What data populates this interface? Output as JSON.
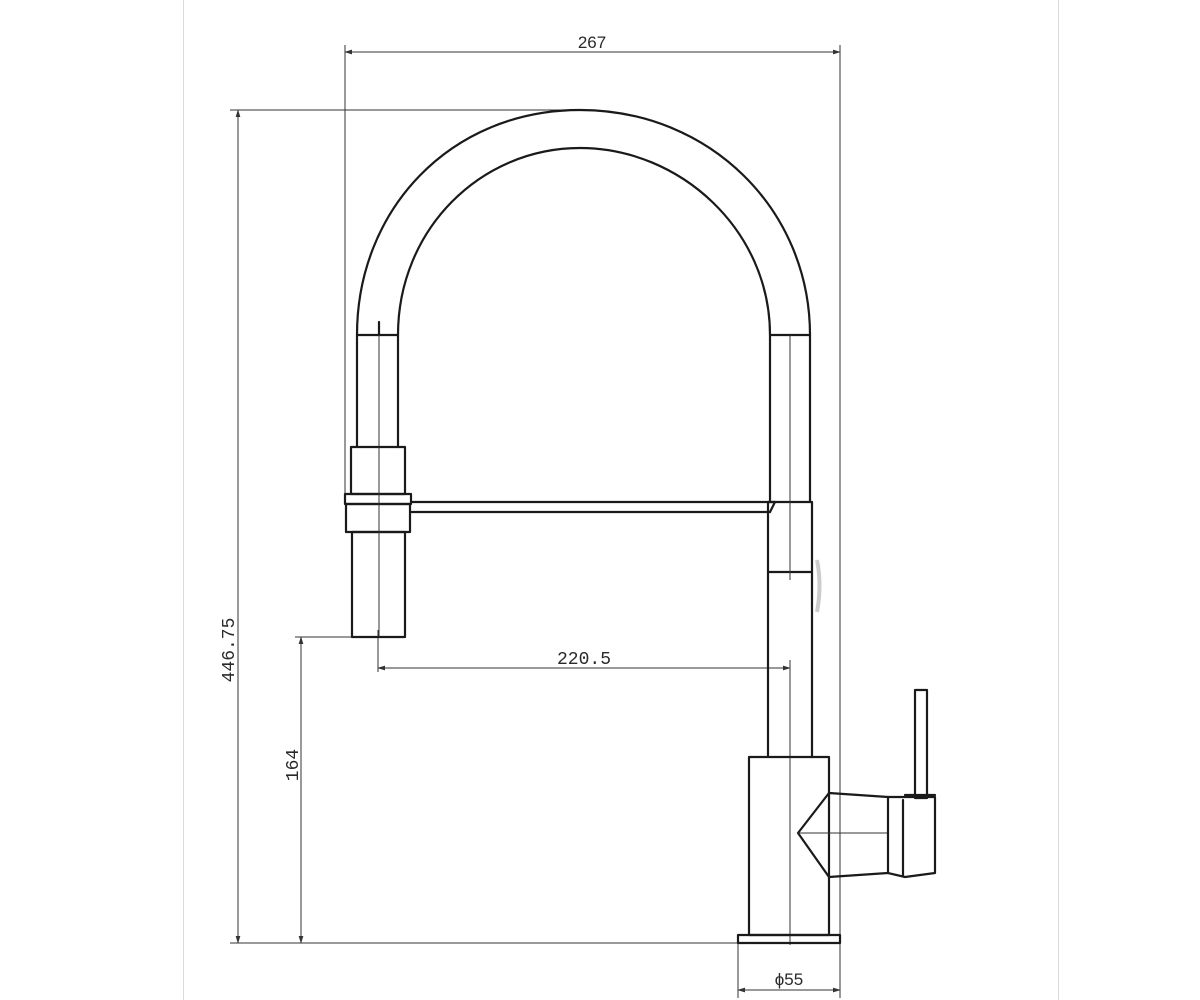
{
  "drawing": {
    "dimensions": {
      "width_total": "267",
      "height_total": "446.75",
      "spout_reach": "220.5",
      "spout_height": "164",
      "base_diameter": "ϕ55"
    }
  }
}
